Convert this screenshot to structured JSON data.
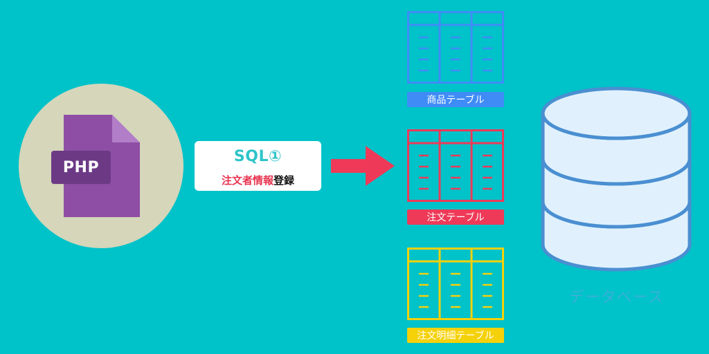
{
  "php": {
    "label": "PHP"
  },
  "sql": {
    "title": "SQL①",
    "subtitle_highlight": "注文者情報",
    "subtitle_rest": "登録"
  },
  "tables": [
    {
      "label": "商品テーブル",
      "color": "#3f8cf7"
    },
    {
      "label": "注文テーブル",
      "color": "#ee3a58"
    },
    {
      "label": "注文明細テーブル",
      "color": "#f5d10a"
    }
  ],
  "database": {
    "caption": "データベース",
    "fill": "#e0f1fd",
    "stroke": "#4a8fd1"
  },
  "colors": {
    "background": "#00c2c9",
    "arrow": "#ee3a58",
    "php_purple": "#8e4ea5"
  }
}
